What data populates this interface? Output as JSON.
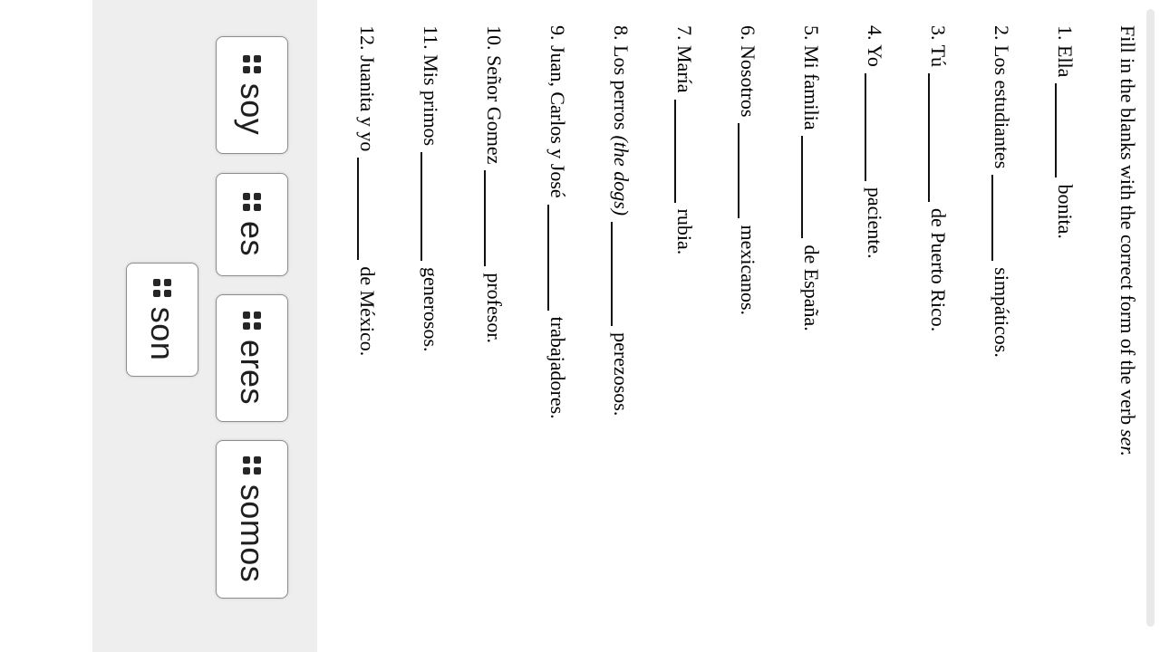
{
  "title": {
    "pre": "Fill in the blanks with the correct form of the verb",
    "italic": "ser."
  },
  "items": [
    {
      "before": "1. Ella",
      "note": "",
      "after": "bonita."
    },
    {
      "before": "2. Los estudiantes",
      "note": "",
      "after": "simpáticos."
    },
    {
      "before": "3. Tú",
      "note": "",
      "after": "de Puerto Rico."
    },
    {
      "before": "4. Yo",
      "note": "",
      "after": "paciente."
    },
    {
      "before": "5. Mi familia",
      "note": "",
      "after": "de España."
    },
    {
      "before": "6. Nosotros",
      "note": "",
      "after": "mexicanos."
    },
    {
      "before": "7. María",
      "note": "",
      "after": "rubia."
    },
    {
      "before": "8. Los perros",
      "note": "(the dogs)",
      "after": "perezosos."
    },
    {
      "before": "9. Juan, Carlos y José",
      "note": "",
      "after": "trabajadores."
    },
    {
      "before": "10. Señor Gomez",
      "note": "",
      "after": "profesor."
    },
    {
      "before": "11. Mis primos",
      "note": "",
      "after": "generosos."
    },
    {
      "before": "12. Juanita y yo",
      "note": "",
      "after": "de México."
    }
  ],
  "word_bank": {
    "tiles": [
      {
        "label": "soy",
        "icon": "drag-handle-icon"
      },
      {
        "label": "es",
        "icon": "drag-handle-icon"
      },
      {
        "label": "son",
        "icon": "drag-handle-icon"
      },
      {
        "label": "eres",
        "icon": "drag-handle-icon"
      },
      {
        "label": "somos",
        "icon": "drag-handle-icon"
      }
    ]
  },
  "colors": {
    "page_bg": "#ffffff",
    "word_bank_bg": "#eeeeee",
    "tile_border": "#8d8d8d",
    "tile_text": "#1f1f1f",
    "handle_dots": "#262626",
    "blank_line": "#111111",
    "scrollbar_thumb": "#e9e9e9",
    "text": "#000000"
  }
}
